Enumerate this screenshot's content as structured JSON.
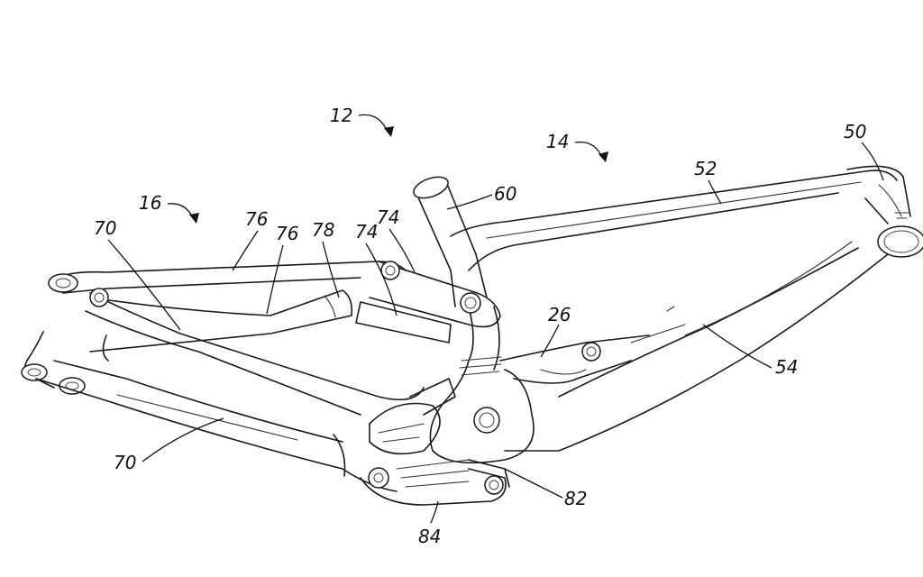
{
  "figure": {
    "labels": {
      "l12": "12",
      "l14": "14",
      "l16": "16",
      "l26": "26",
      "l50": "50",
      "l52": "52",
      "l54": "54",
      "l60": "60",
      "l70a": "70",
      "l70b": "70",
      "l74a": "74",
      "l74b": "74",
      "l76a": "76",
      "l76b": "76",
      "l78": "78",
      "l82": "82",
      "l84": "84"
    }
  }
}
